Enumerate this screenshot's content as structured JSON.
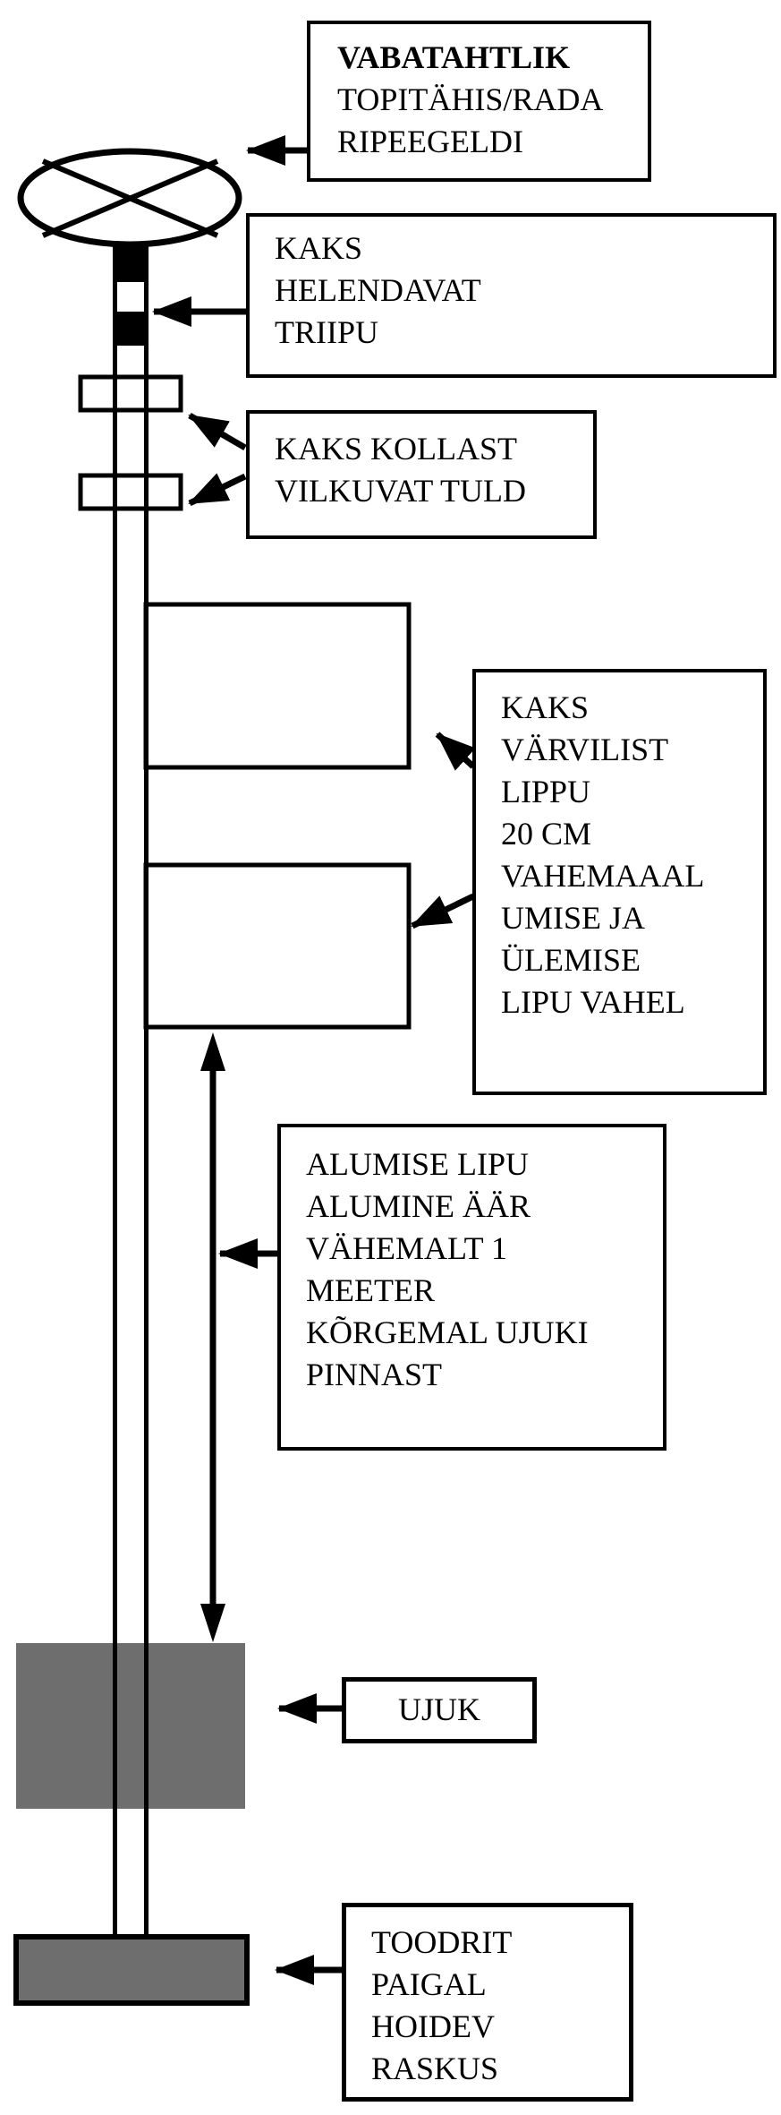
{
  "labels": {
    "topmark": {
      "lines": [
        "VABATAHTLIK",
        "TOPITÄHIS/RADA",
        "RIPEEGELDI"
      ]
    },
    "stripes": {
      "lines": [
        "KAKS",
        "HELENDAVAT",
        "TRIIPU"
      ]
    },
    "lights": {
      "lines": [
        "KAKS KOLLAST",
        "VILKUVAT TULD"
      ]
    },
    "flags": {
      "lines": [
        "KAKS",
        "VÄRVILIST",
        "LIPPU",
        "20 CM",
        "VAHEMAAAL",
        "UMISE JA",
        "ÜLEMISE",
        "LIPU VAHEL"
      ]
    },
    "clearance": {
      "lines": [
        "ALUMISE LIPU",
        "ALUMINE ÄÄR",
        "VÄHEMALT 1",
        "MEETER",
        "KÕRGEMAL UJUKI",
        "PINNAST"
      ]
    },
    "float": {
      "lines": [
        "UJUK"
      ]
    },
    "weight": {
      "lines": [
        "TOODRIT",
        "PAIGAL",
        "HOIDEV",
        "RASKUS"
      ]
    }
  },
  "colors": {
    "line": "#000000",
    "gray_fill": "#6e6e6e",
    "background": "#ffffff"
  }
}
